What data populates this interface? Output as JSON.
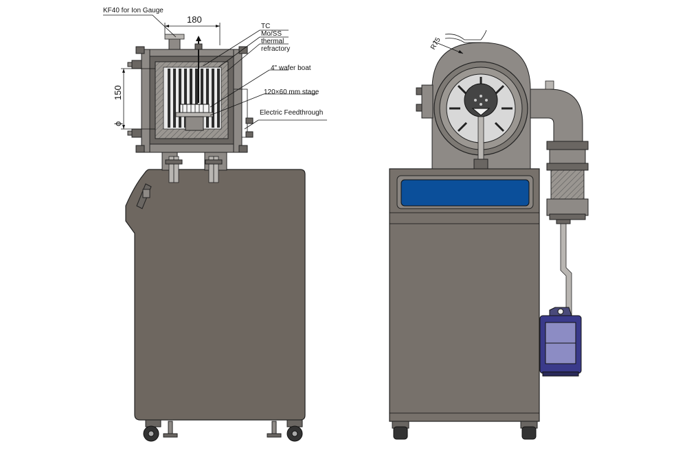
{
  "labels": {
    "kf40": "KF40 for Ion Gauge",
    "tc": "TC",
    "moss": "Mo/SS",
    "thermal": "thermal",
    "refractory": "refractory",
    "wafer_boat": "4\" wafer boat",
    "stage": "120×60 mm stage",
    "feedthrough": "Electric Feedthrough"
  },
  "dimensions": {
    "width": "180",
    "height": "150",
    "diameter": "ϕ",
    "radius": "R75"
  },
  "colors": {
    "cabinet": "#6e6760",
    "steel": "#8e8a86",
    "window": "#0b4f9a",
    "pump": "#3a3a8a",
    "outline": "#222222"
  }
}
